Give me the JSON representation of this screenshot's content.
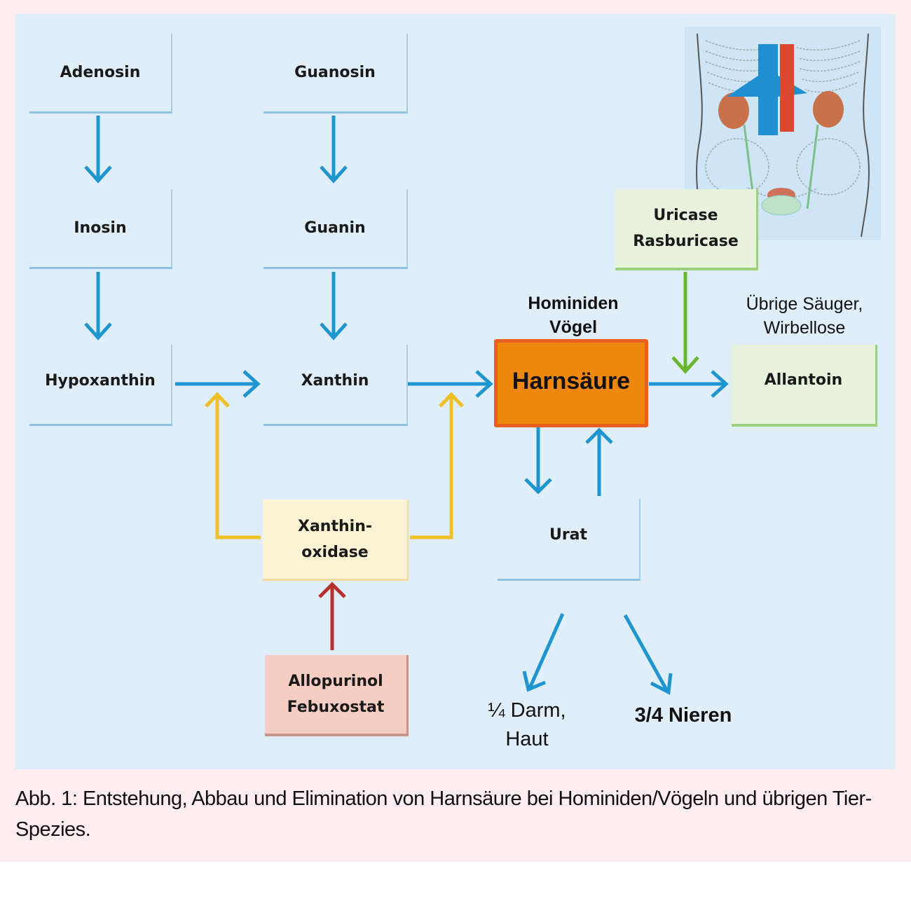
{
  "figure": {
    "nodes": {
      "adenosin": "Adenosin",
      "guanosin": "Guanosin",
      "inosin": "Inosin",
      "guanin": "Guanin",
      "hypoxanthin": "Hypoxanthin",
      "xanthin": "Xanthin",
      "harnsaeure": "Harnsäure",
      "allantoin": "Allantoin",
      "urat": "Urat",
      "xanthinoxidase": "Xanthin-\noxidase",
      "uricase": "Uricase\nRasburicase",
      "allopurinol": "Allopurinol\nFebuxostat"
    },
    "labels": {
      "hominiden": "Hominiden\nVögel",
      "uebrige": "Übrige Säuger,\nWirbellose",
      "darm": "¼ Darm,\nHaut",
      "nieren": "3/4 Nieren"
    },
    "illustration": "human-torso-kidneys-illustration",
    "colors": {
      "main_arrow": "#1f95cf",
      "enzyme_arrow": "#efbf26",
      "inhibitor_arrow": "#c0262b",
      "uricase_arrow": "#6bb631",
      "harnsaeure_fill": "#ee870e",
      "harnsaeure_border": "#e8601f"
    }
  },
  "caption": "Abb. 1: Entstehung, Abbau und Elimination von Harnsäure bei Hominiden/Vögeln und übrigen Tier-Spezies."
}
